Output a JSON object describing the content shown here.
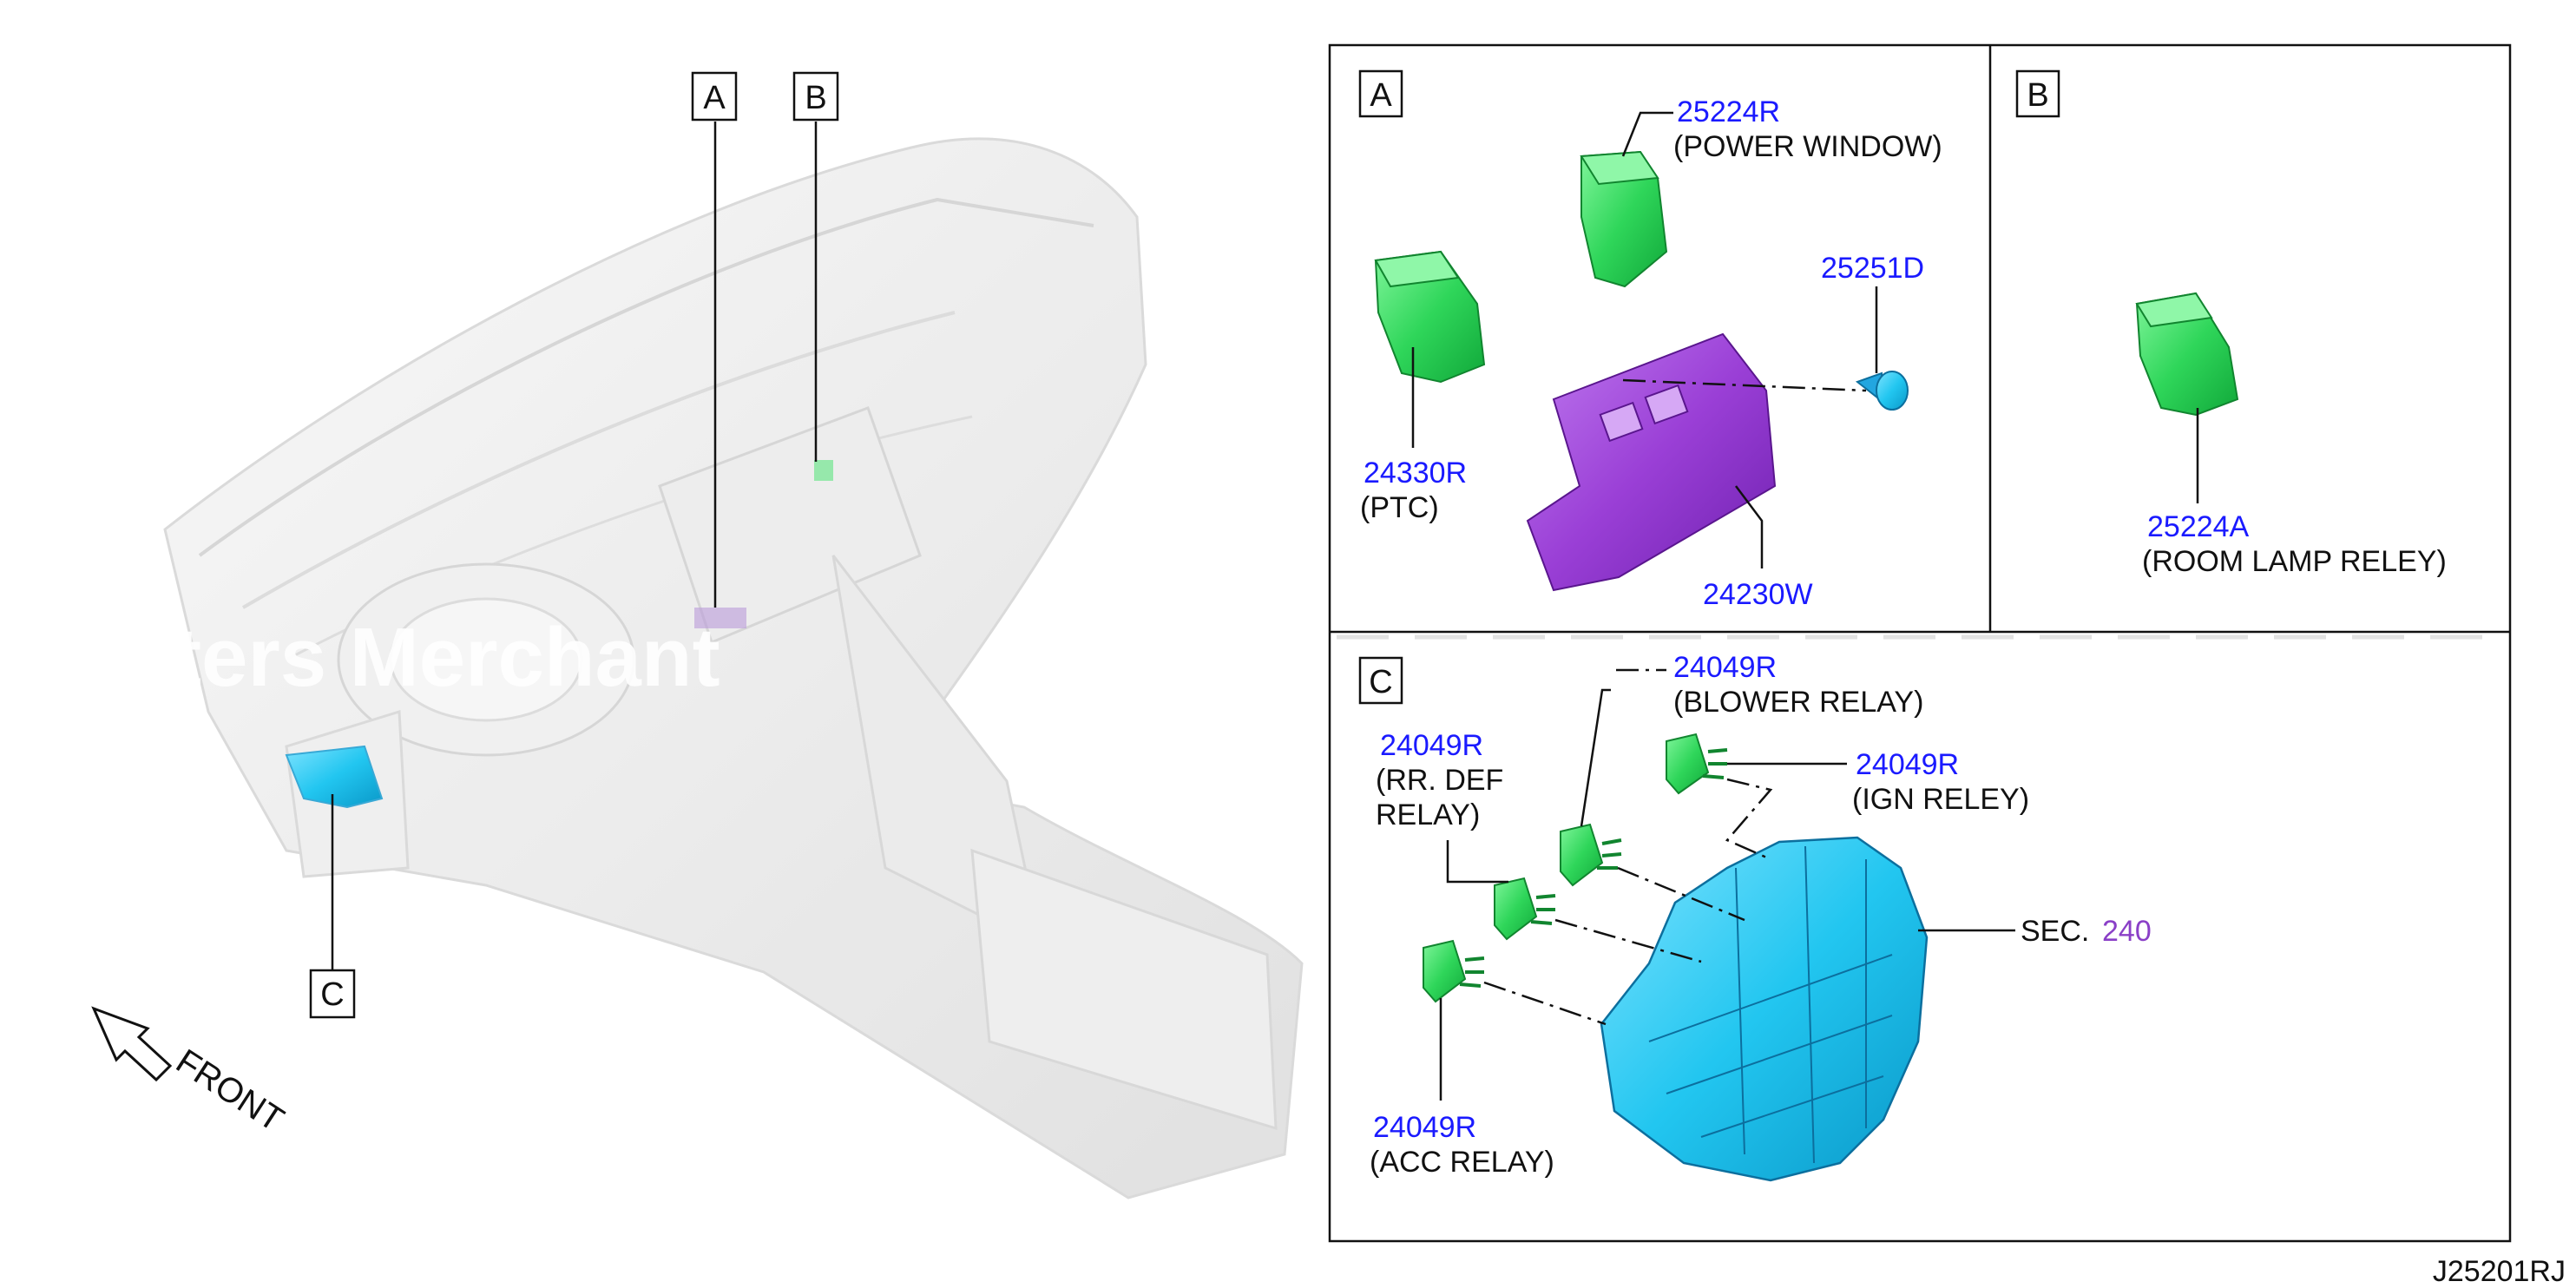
{
  "overview": {
    "callouts": {
      "a": "A",
      "b": "B",
      "c": "C"
    },
    "front_label": "FRONT",
    "watermark": "ters Merchant"
  },
  "panel_a": {
    "letter": "A",
    "parts": {
      "p25224r_num": "25224R",
      "p25224r_desc": "(POWER WINDOW)",
      "p24330r_num": "24330R",
      "p24330r_desc": "(PTC)",
      "p25251d_num": "25251D",
      "p24230w_num": "24230W"
    }
  },
  "panel_b": {
    "letter": "B",
    "parts": {
      "p25224a_num": "25224A",
      "p25224a_desc": "(ROOM LAMP RELEY)"
    }
  },
  "panel_c": {
    "letter": "C",
    "parts": {
      "blower_num": "24049R",
      "blower_desc": "(BLOWER RELAY)",
      "rrdef_num": "24049R",
      "rrdef_desc1": "(RR. DEF",
      "rrdef_desc2": "RELAY)",
      "ign_num": "24049R",
      "ign_desc": "(IGN RELEY)",
      "acc_num": "24049R",
      "acc_desc": "(ACC RELAY)",
      "sec_prefix": "SEC.",
      "sec_num": "240"
    }
  },
  "diagram_code": "J25201RJ",
  "colors": {
    "relay_green": "#2fd65a",
    "bracket_purple": "#9a3fd6",
    "fuse_block_cyan": "#22c6f0",
    "part_number_blue": "#1a1aff",
    "section_ref_purple": "#8a3fc7",
    "ghost_dash": "#e2e2e2"
  }
}
